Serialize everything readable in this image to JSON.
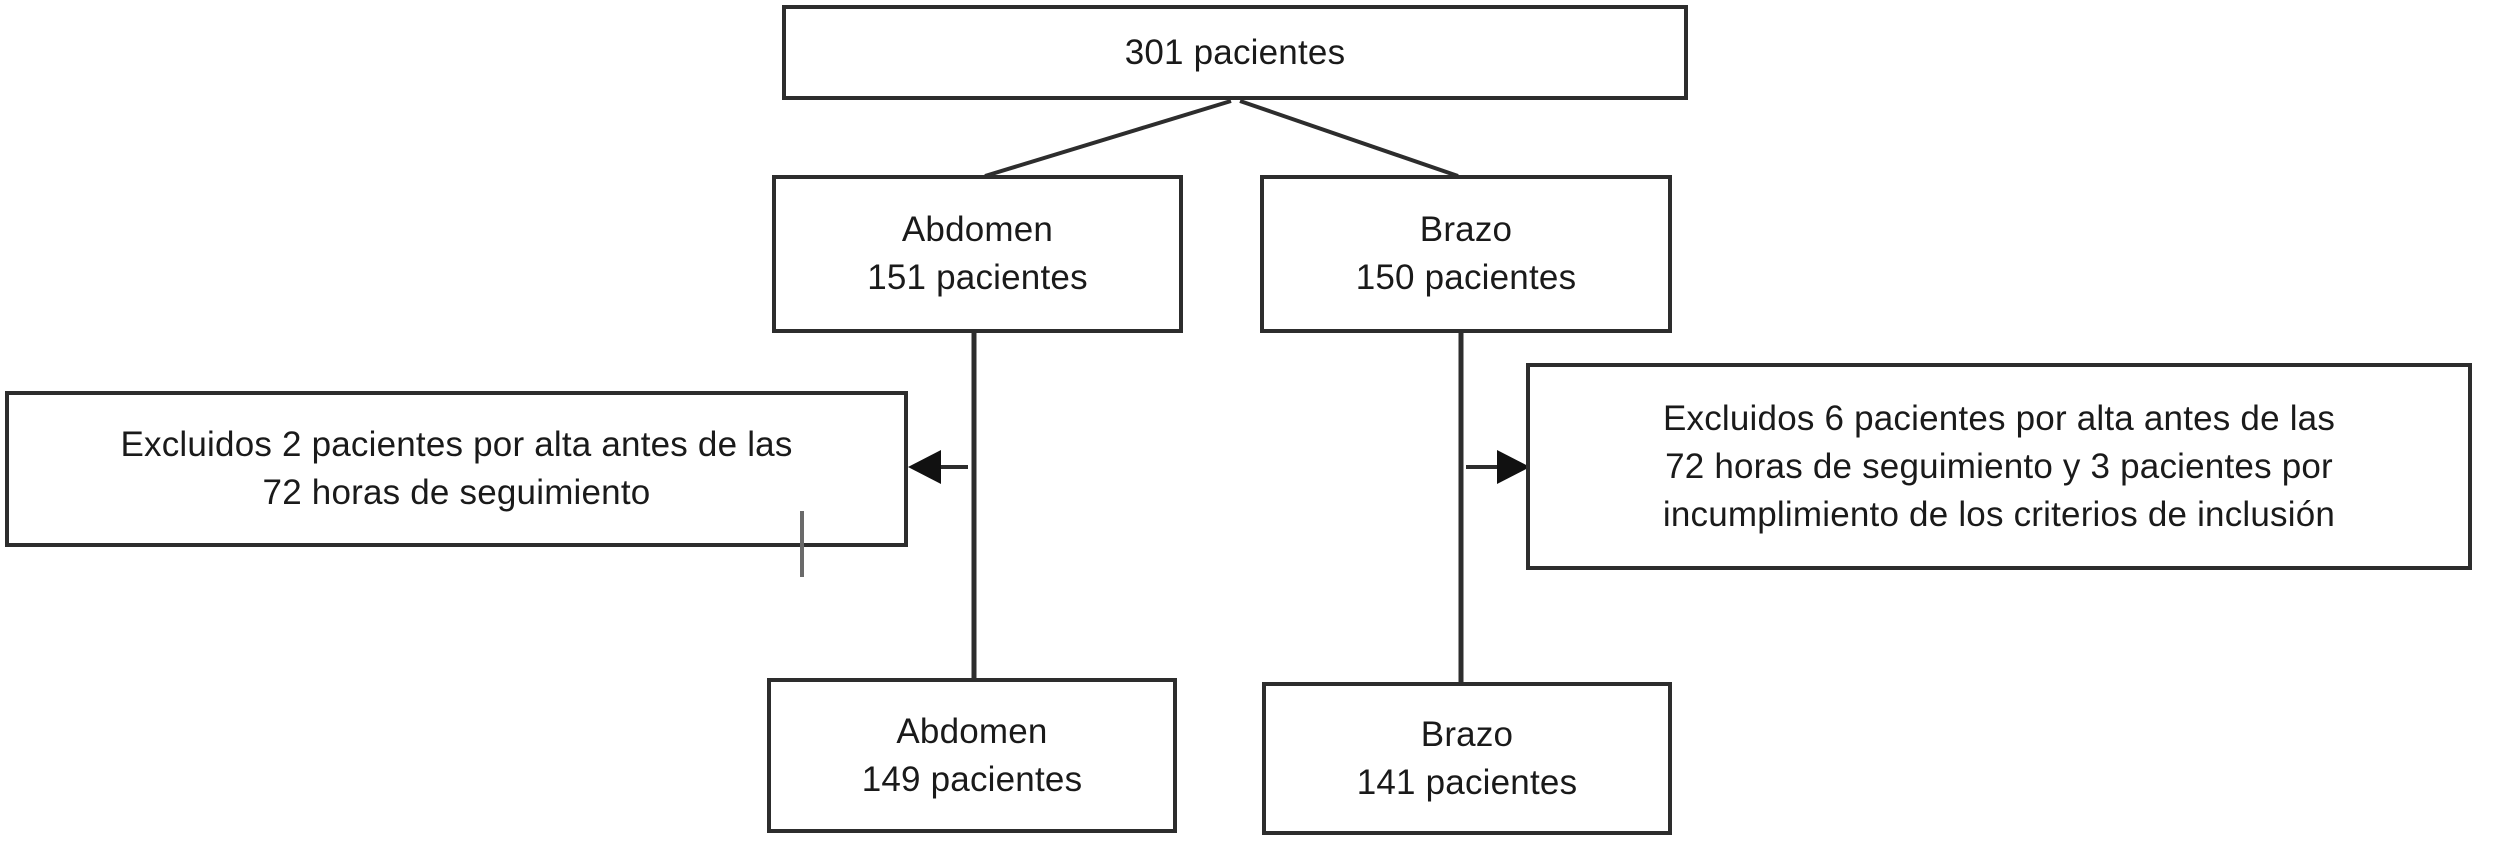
{
  "diagram": {
    "boxes": {
      "total": {
        "text": "301 pacientes"
      },
      "abdomen_initial": {
        "line1": "Abdomen",
        "line2": "151 pacientes"
      },
      "brazo_initial": {
        "line1": "Brazo",
        "line2": "150 pacientes"
      },
      "excluded_left": {
        "line1": "Excluidos 2 pacientes por alta antes de las",
        "line2": "72 horas de seguimiento"
      },
      "excluded_right": {
        "line1": "Excluidos 6 pacientes por alta antes de las",
        "line2": "72 horas de seguimiento y 3 pacientes por",
        "line3": "incumplimiento de los criterios de inclusión"
      },
      "abdomen_final": {
        "line1": "Abdomen",
        "line2": "149 pacientes"
      },
      "brazo_final": {
        "line1": "Brazo",
        "line2": "141 pacientes"
      }
    },
    "colors": {
      "border": "#2d2d2d",
      "text": "#1a1a1a",
      "connector": "#2d2d2d",
      "arrowhead": "#111111",
      "artifact_tick": "#6a6a6a",
      "background": "#ffffff"
    }
  }
}
